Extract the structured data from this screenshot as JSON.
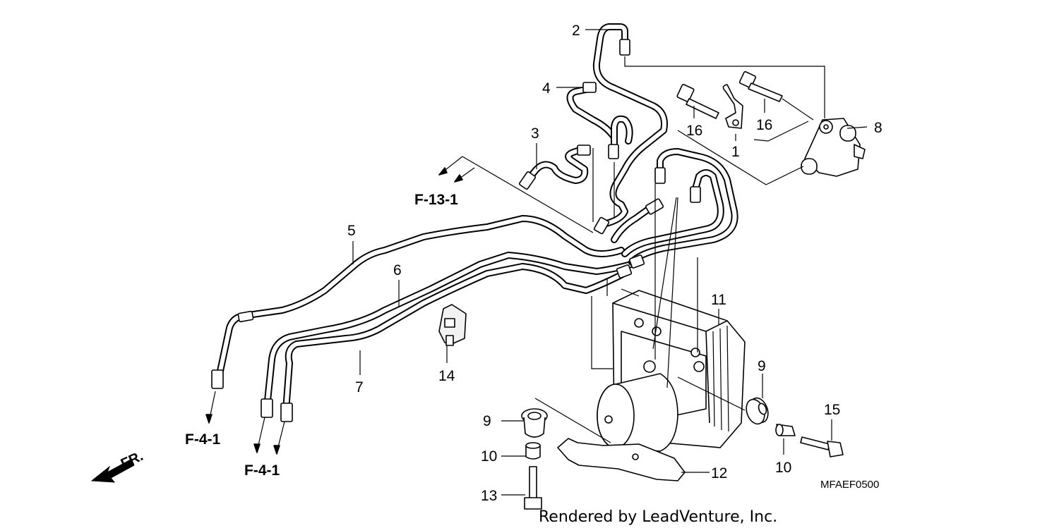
{
  "diagram": {
    "callouts": [
      {
        "id": "c2",
        "text": "2"
      },
      {
        "id": "c4",
        "text": "4"
      },
      {
        "id": "c3",
        "text": "3"
      },
      {
        "id": "c16a",
        "text": "16"
      },
      {
        "id": "c16b",
        "text": "16"
      },
      {
        "id": "c1",
        "text": "1"
      },
      {
        "id": "c8",
        "text": "8"
      },
      {
        "id": "c5",
        "text": "5"
      },
      {
        "id": "c6",
        "text": "6"
      },
      {
        "id": "c11",
        "text": "11"
      },
      {
        "id": "c7",
        "text": "7"
      },
      {
        "id": "c14",
        "text": "14"
      },
      {
        "id": "c9a",
        "text": "9"
      },
      {
        "id": "c9b",
        "text": "9"
      },
      {
        "id": "c15",
        "text": "15"
      },
      {
        "id": "c10a",
        "text": "10"
      },
      {
        "id": "c10b",
        "text": "10"
      },
      {
        "id": "c12",
        "text": "12"
      },
      {
        "id": "c13",
        "text": "13"
      }
    ],
    "references": [
      {
        "id": "ref-f13-1",
        "text": "F-13-1"
      },
      {
        "id": "ref-f4-1-a",
        "text": "F-4-1"
      },
      {
        "id": "ref-f4-1-b",
        "text": "F-4-1"
      }
    ],
    "front_indicator": "FR.",
    "diagram_code": "MFAEF0500",
    "credit": "Rendered by LeadVenture, Inc."
  }
}
